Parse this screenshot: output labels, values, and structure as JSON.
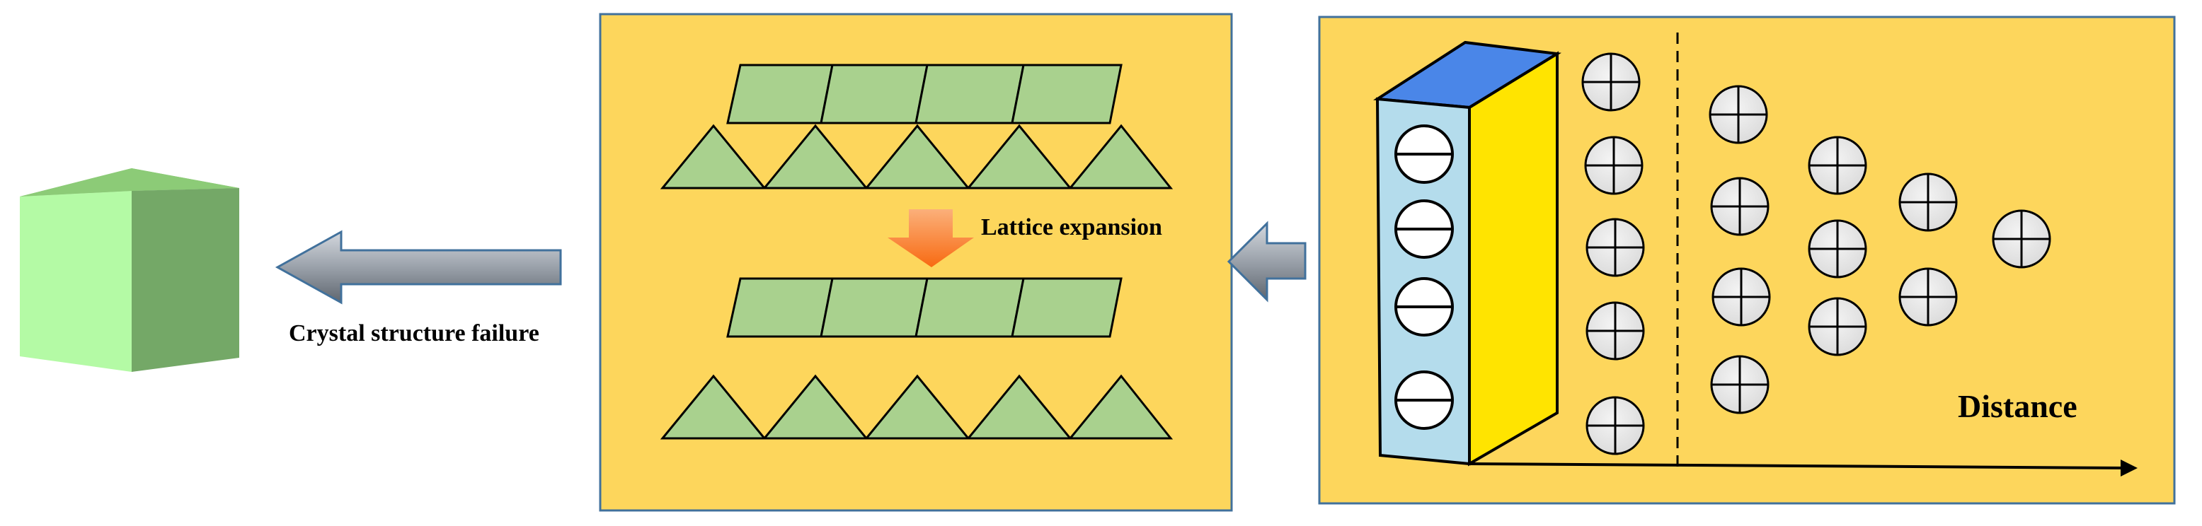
{
  "labels": {
    "crystal_failure": "Crystal structure failure",
    "lattice_expansion": "Lattice expansion",
    "distance": "Distance"
  },
  "icons": {
    "ion_symbol": "plus-sign",
    "electrode_charge_symbol": "minus-sign"
  },
  "colors": {
    "panel_fill": "#FDD65C",
    "panel_border": "#41719C",
    "green_shape": "#A9D18E",
    "cube_front": "#B4FAA5",
    "cube_top": "#8CCB77",
    "cube_side": "#74A867",
    "electrode_front": "#B4DCEC",
    "electrode_side": "#FFE400",
    "electrode_top": "#4A86E8",
    "ion_fill": "#E6E6E6",
    "arrow_orange": "#F87B1E",
    "arrow_gray": "#8A9099"
  }
}
